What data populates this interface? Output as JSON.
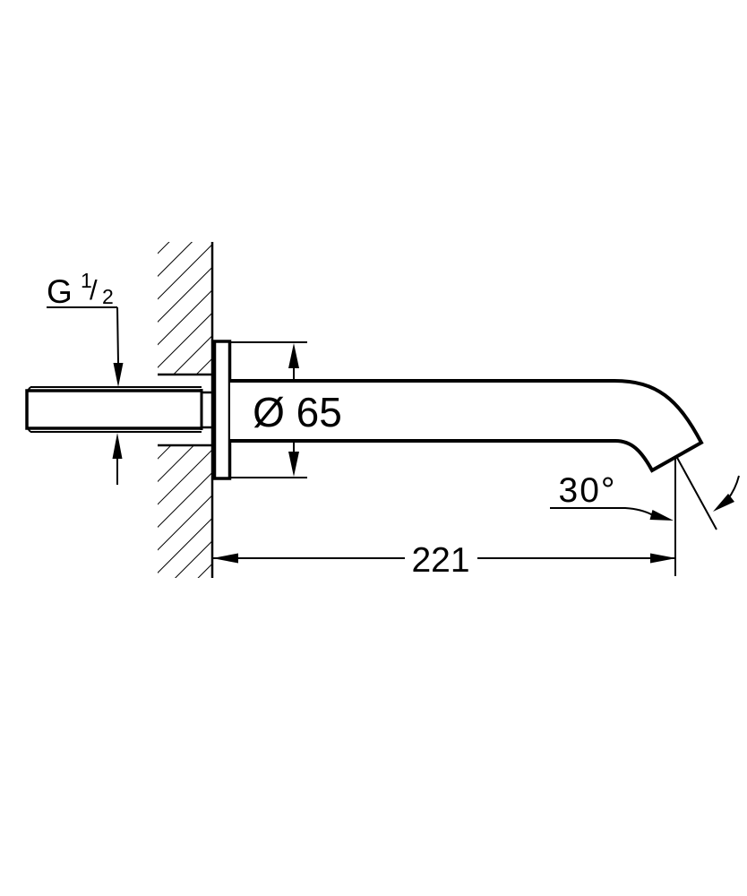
{
  "drawing": {
    "background": "#ffffff",
    "ink": "#000000",
    "annotations": {
      "thread": {
        "base": "G",
        "numerator": "1",
        "slash": "/",
        "denominator": "2"
      },
      "flange_diameter": "Ø 65",
      "spout_projection": "221",
      "outlet_angle": "30°"
    }
  }
}
